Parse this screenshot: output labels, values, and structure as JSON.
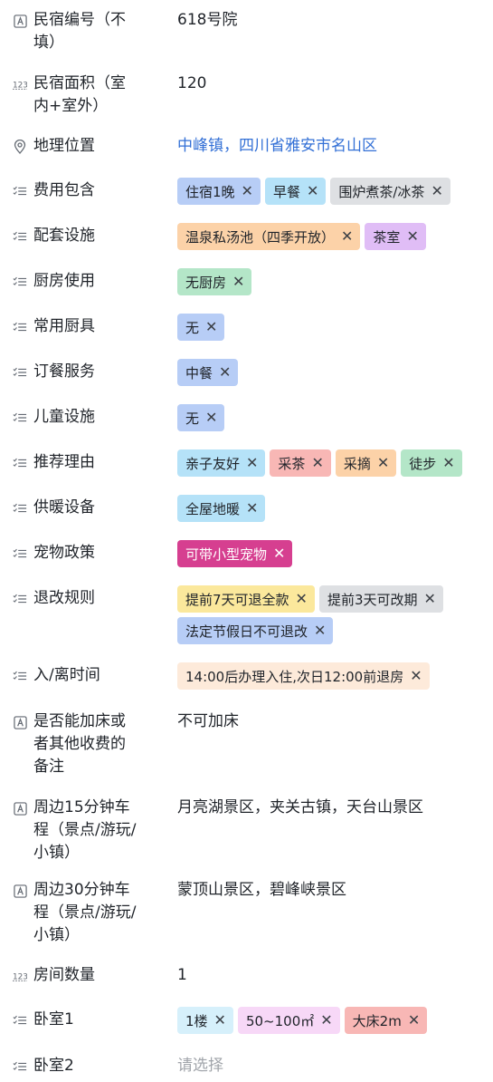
{
  "fields": [
    {
      "icon": "text-icon",
      "label": "民宿编号（不填）",
      "value": "618号院"
    },
    {
      "icon": "number-icon",
      "label": "民宿面积（室内+室外）",
      "value": "120"
    },
    {
      "icon": "location-icon",
      "label": "地理位置",
      "value": "中峰镇，四川省雅安市名山区"
    },
    {
      "icon": "multiselect-icon",
      "label": "费用包含",
      "tags": [
        {
          "text": "住宿1晚",
          "color": "#b7cdf6"
        },
        {
          "text": "早餐",
          "color": "#b5e2f8"
        },
        {
          "text": "围炉煮茶/冰茶",
          "color": "#dee0e3"
        }
      ]
    },
    {
      "icon": "multiselect-icon",
      "label": "配套设施",
      "tags": [
        {
          "text": "温泉私汤池（四季开放）",
          "color": "#fcd2a8"
        },
        {
          "text": "茶室",
          "color": "#e0bdf6"
        }
      ]
    },
    {
      "icon": "multiselect-icon",
      "label": "厨房使用",
      "tags": [
        {
          "text": "无厨房",
          "color": "#b4e6c8"
        }
      ]
    },
    {
      "icon": "multiselect-icon",
      "label": "常用厨具",
      "tags": [
        {
          "text": "无",
          "color": "#b7cdf6"
        }
      ]
    },
    {
      "icon": "multiselect-icon",
      "label": "订餐服务",
      "tags": [
        {
          "text": "中餐",
          "color": "#b7cdf6"
        }
      ]
    },
    {
      "icon": "multiselect-icon",
      "label": "儿童设施",
      "tags": [
        {
          "text": "无",
          "color": "#b7cdf6"
        }
      ]
    },
    {
      "icon": "multiselect-icon",
      "label": "推荐理由",
      "tags": [
        {
          "text": "亲子友好",
          "color": "#b5e2f8"
        },
        {
          "text": "采茶",
          "color": "#f8b7b5"
        },
        {
          "text": "采摘",
          "color": "#fcd2a8"
        },
        {
          "text": "徒步",
          "color": "#b4e6c8"
        }
      ]
    },
    {
      "icon": "multiselect-icon",
      "label": "供暖设备",
      "tags": [
        {
          "text": "全屋地暖",
          "color": "#b5e2f8"
        }
      ]
    },
    {
      "icon": "multiselect-icon",
      "label": "宠物政策",
      "tags": [
        {
          "text": "可带小型宠物",
          "color": "#d63f90",
          "white": true
        }
      ]
    },
    {
      "icon": "multiselect-icon",
      "label": "退改规则",
      "tags": [
        {
          "text": "提前7天可退全款",
          "color": "#fbe89c"
        },
        {
          "text": "提前3天可改期",
          "color": "#dee0e3"
        },
        {
          "text": "法定节假日不可退改",
          "color": "#b7cdf6"
        }
      ]
    },
    {
      "icon": "multiselect-icon",
      "label": "入/离时间",
      "tags": [
        {
          "text": "14:00后办理入住,次日12:00前退房",
          "color": "#fdeada"
        }
      ]
    },
    {
      "icon": "text-icon",
      "label": "是否能加床或者其他收费的备注",
      "value": "不可加床"
    },
    {
      "icon": "text-icon",
      "label": "周边15分钟车程（景点/游玩/小镇）",
      "value": "月亮湖景区，夹关古镇，天台山景区"
    },
    {
      "icon": "text-icon",
      "label": "周边30分钟车程（景点/游玩/小镇）",
      "value": "蒙顶山景区，碧峰峡景区"
    },
    {
      "icon": "number-icon",
      "label": "房间数量",
      "value": "1"
    },
    {
      "icon": "multiselect-icon",
      "label": "卧室1",
      "tags": [
        {
          "text": "1楼",
          "color": "#d6f0fb"
        },
        {
          "text": "50~100㎡",
          "color": "#f7d8f7"
        },
        {
          "text": "大床2m",
          "color": "#f8b7b5"
        }
      ]
    },
    {
      "icon": "multiselect-icon",
      "label": "卧室2",
      "placeholder": "请选择"
    }
  ]
}
